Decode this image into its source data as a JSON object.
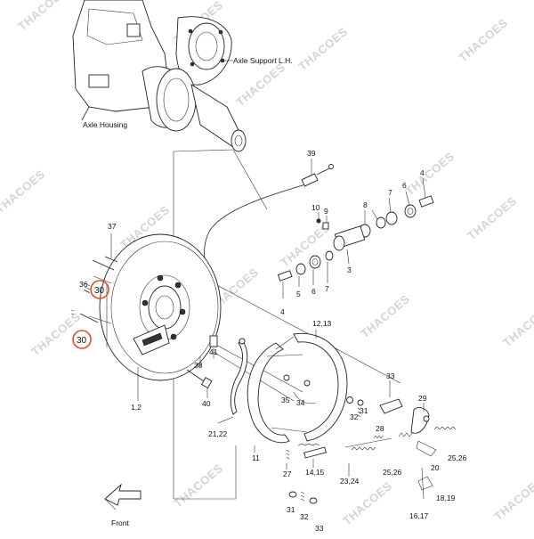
{
  "diagram": {
    "watermark": "THACOES",
    "components": {
      "axle_support": "Axle Support L.H.",
      "axle_housing": "Axle Housing",
      "front": "Front"
    },
    "part_numbers": {
      "p39": "39",
      "p7a": "7",
      "p6a": "6",
      "p5a": "5",
      "p4a": "4",
      "p10": "10",
      "p9": "9",
      "p8": "8",
      "p37": "37",
      "p3": "3",
      "p4b": "4",
      "p5b": "5",
      "p6b": "6",
      "p7b": "7",
      "p36": "36",
      "p30a": "30",
      "p30b": "30",
      "p1213": "12,13",
      "p41": "41",
      "p38": "38",
      "p40": "40",
      "p12": "1,2",
      "p2122": "21,22",
      "p33": "33",
      "p35": "35",
      "p34": "34",
      "p32a": "32",
      "p31a": "31",
      "p29": "29",
      "p28": "28",
      "p2526a": "25,26",
      "p2526b": "25,26",
      "p20": "20",
      "p1819": "18,19",
      "p1617": "16,17",
      "p2324": "23,24",
      "p1415": "14,15",
      "p27": "27",
      "p11": "11",
      "p31b": "31",
      "p32b": "32",
      "p33b": "33"
    },
    "highlight_color": "#e0502a"
  }
}
